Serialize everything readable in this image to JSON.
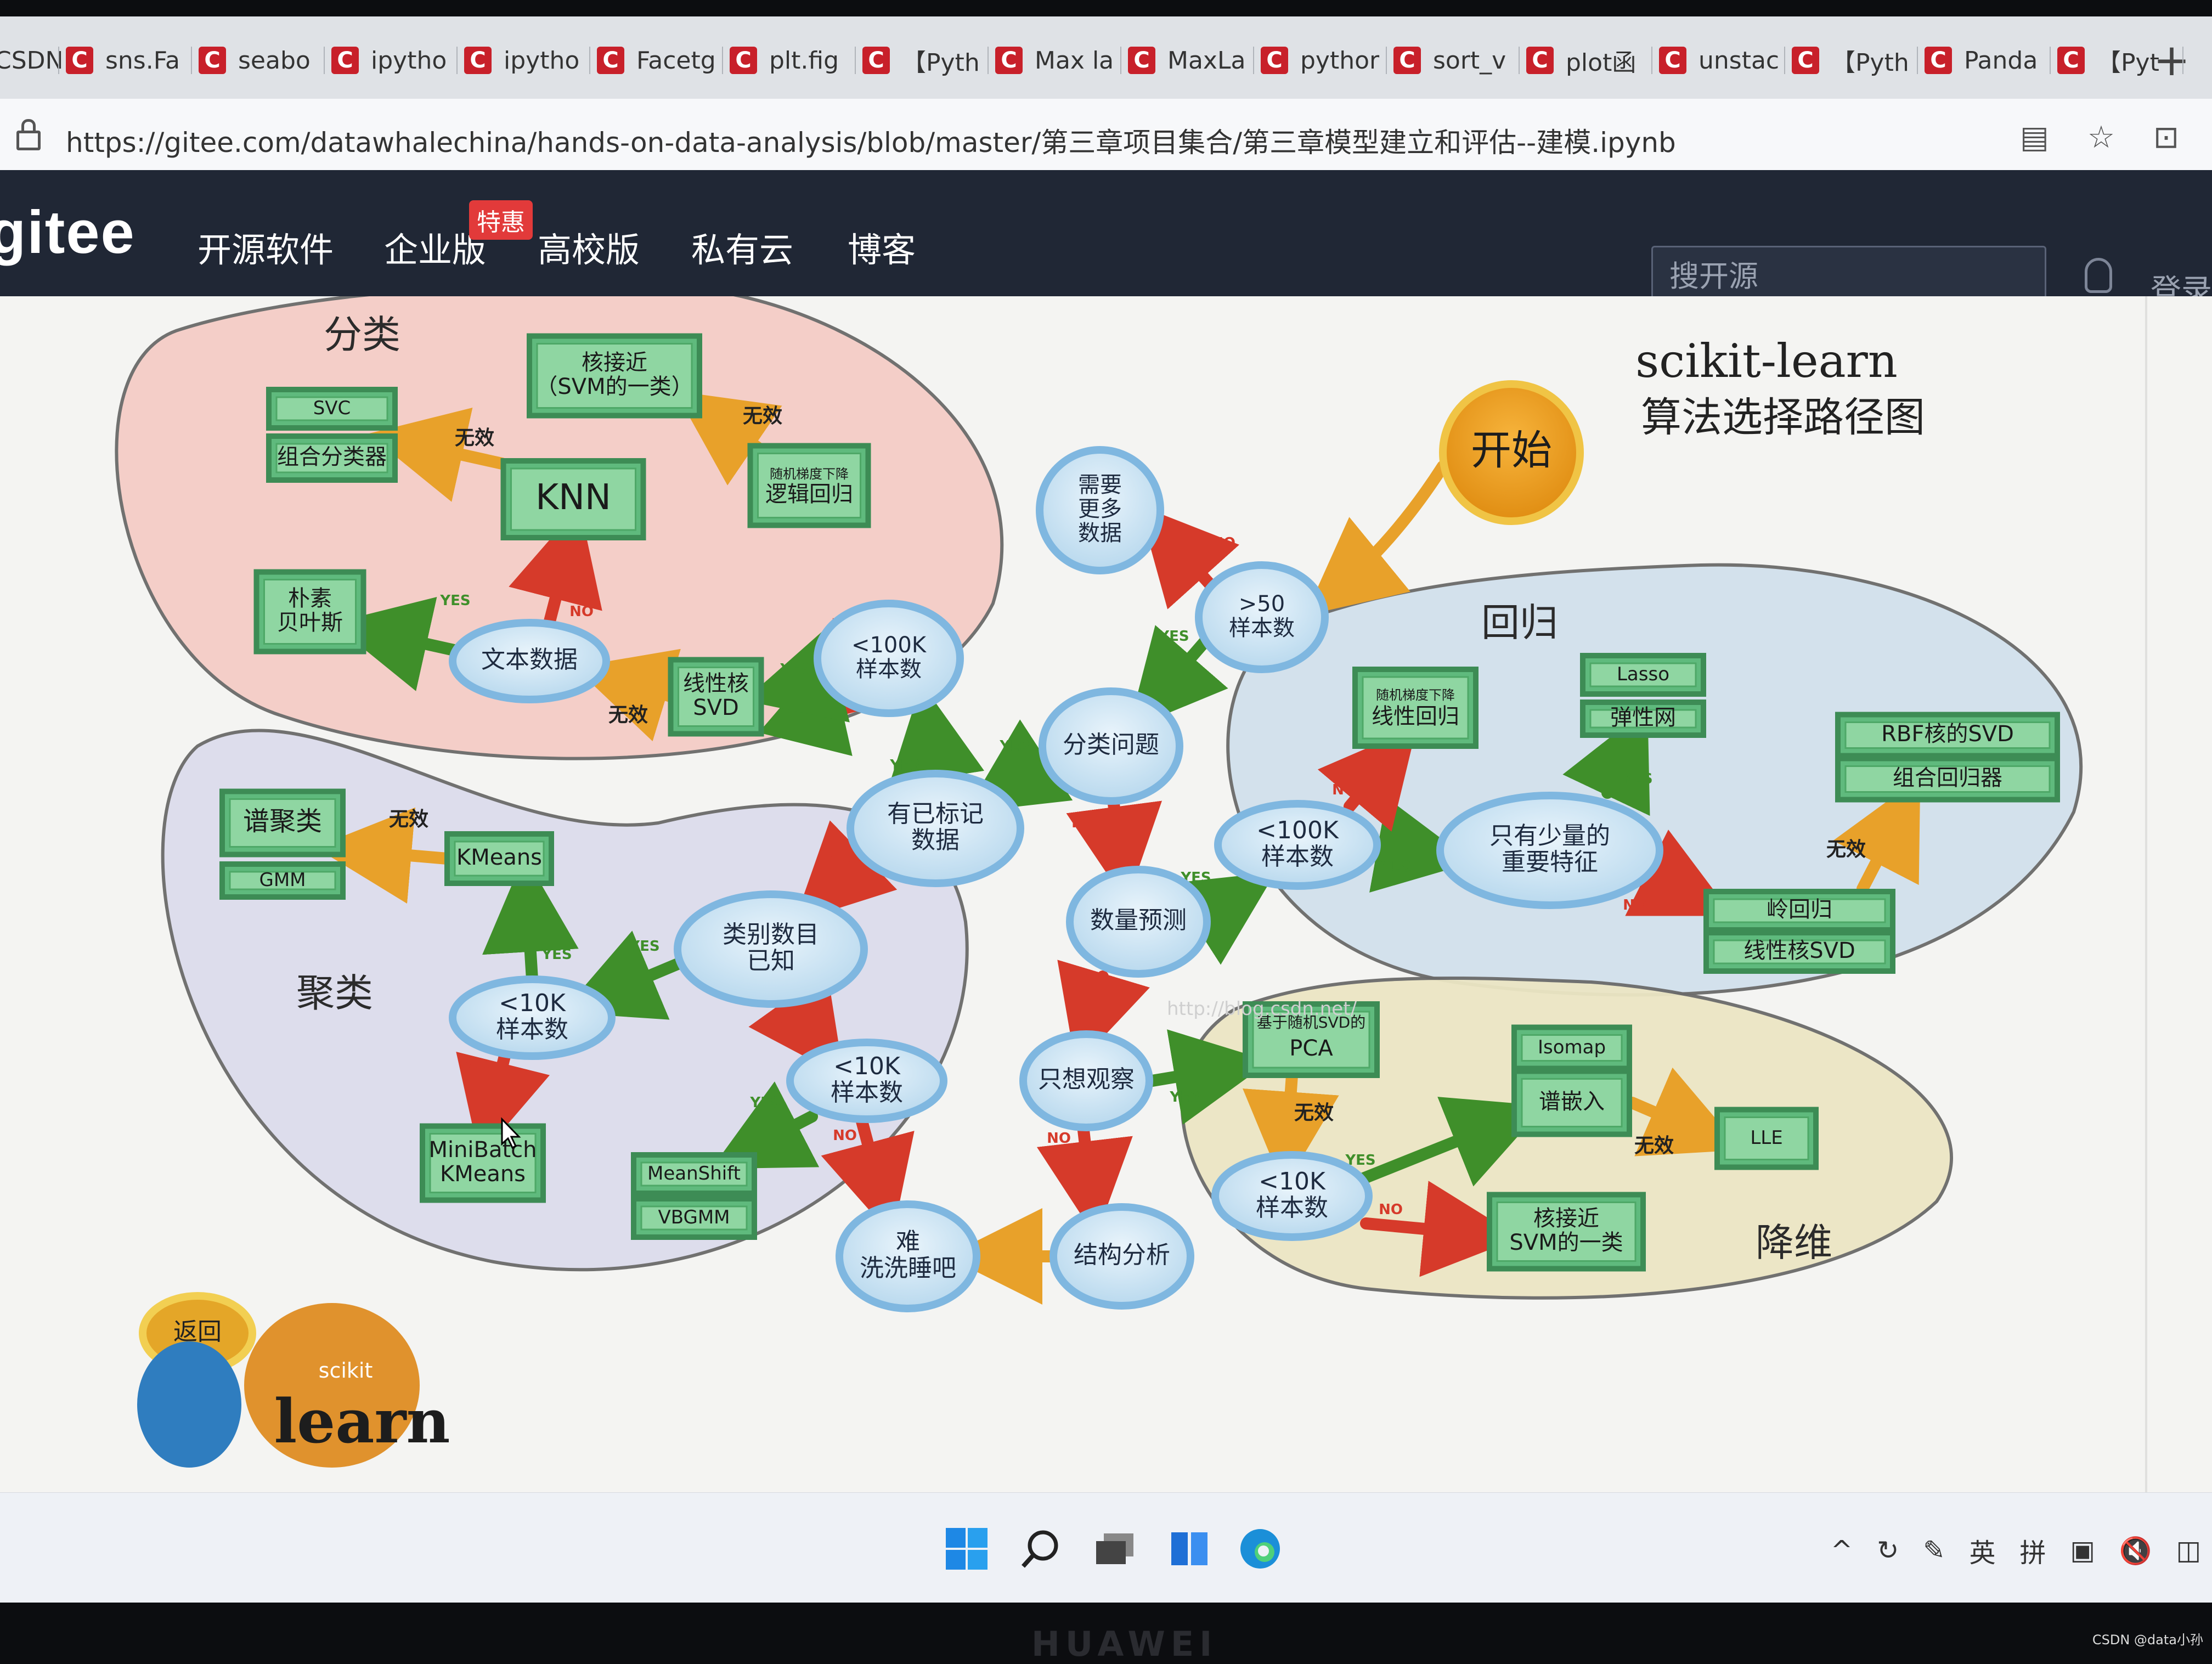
{
  "browser": {
    "tabs": [
      {
        "label": "CSDN",
        "has_icon": false
      },
      {
        "label": "sns.Fa",
        "has_icon": true
      },
      {
        "label": "seabo",
        "has_icon": true
      },
      {
        "label": "ipytho",
        "has_icon": true
      },
      {
        "label": "ipytho",
        "has_icon": true
      },
      {
        "label": "Facetg",
        "has_icon": true
      },
      {
        "label": "plt.fig",
        "has_icon": true
      },
      {
        "label": "【Pyth",
        "has_icon": true
      },
      {
        "label": "Max la",
        "has_icon": true
      },
      {
        "label": "MaxLa",
        "has_icon": true
      },
      {
        "label": "pythor",
        "has_icon": true
      },
      {
        "label": "sort_v",
        "has_icon": true
      },
      {
        "label": "plot函",
        "has_icon": true
      },
      {
        "label": "unstac",
        "has_icon": true
      },
      {
        "label": "【Pyth",
        "has_icon": true
      },
      {
        "label": "Panda",
        "has_icon": true
      },
      {
        "label": "【Pyt",
        "has_icon": true
      }
    ],
    "new_tab": "+",
    "url": "https://gitee.com/datawhalechina/hands-on-data-analysis/blob/master/第三章项目集合/第三章模型建立和评估--建模.ipynb"
  },
  "gitee_nav": {
    "logo": "gitee",
    "items": [
      "开源软件",
      "企业版",
      "高校版",
      "私有云",
      "博客"
    ],
    "badge": "特惠",
    "search_placeholder": "搜开源",
    "login": "登录"
  },
  "cheatsheet": {
    "title": "scikit-learn",
    "subtitle": "算法选择路径图",
    "regions": {
      "classification": "分类",
      "clustering": "聚类",
      "regression": "回归",
      "dim_reduction": "降维"
    },
    "start": "开始",
    "back": "返回",
    "logo_small": "scikit",
    "logo_big": "learn",
    "watermark": "http://blog.csdn.net/",
    "yes": "YES",
    "no": "NO",
    "not_working": "无效",
    "nodes": {
      "more_data": "需要\n更多\n数据",
      "gt50": ">50\n样本数",
      "category": "分类问题",
      "labeled": "有已标记\n数据",
      "quantity": "数量预测",
      "just_look": "只想观察",
      "structure": "结构分析",
      "tough_luck": "难\n洗洗睡吧",
      "lt100k_cls": "<100K\n样本数",
      "text_data": "文本数据",
      "cats_known": "类别数目\n已知",
      "lt10k_clu1": "<10K\n样本数",
      "lt10k_clu2": "<10K\n样本数",
      "lt100k_reg": "<100K\n样本数",
      "few_features": "只有少量的\n重要特征",
      "lt10k_dim": "<10K\n样本数"
    },
    "boxes": {
      "kernel_approx_cls": "核接近\n（SVM的一类）",
      "svc": "SVC",
      "ensemble_cls": "组合分类器",
      "knn": "KNN",
      "sgd_cls_small": "随机梯度下降",
      "sgd_cls": "逻辑回归",
      "naive_bayes": "朴素\n贝叶斯",
      "linear_svc": "线性核\nSVD",
      "spectral": "谱聚类",
      "gmm": "GMM",
      "kmeans": "KMeans",
      "minibatch": "MiniBatch\nKMeans",
      "meanshift": "MeanShift",
      "vbgmm": "VBGMM",
      "sgd_reg_small": "随机梯度下降",
      "sgd_reg": "线性回归",
      "lasso": "Lasso",
      "elasticnet": "弹性网",
      "svr_rbf": "RBF核的SVD",
      "ensemble_reg": "组合回归器",
      "ridge": "岭回归",
      "svr_linear": "线性核SVD",
      "randomized_pca_small": "基于随机SVD的",
      "randomized_pca": "PCA",
      "isomap": "Isomap",
      "spectral_embed": "谱嵌入",
      "lle": "LLE",
      "kernel_approx_dim": "核接近\nSVM的一类"
    }
  },
  "taskbar": {
    "tray": [
      "^",
      "英",
      "拼"
    ]
  },
  "monitor_brand": "HUAWEI",
  "credit": "CSDN @data小孙"
}
